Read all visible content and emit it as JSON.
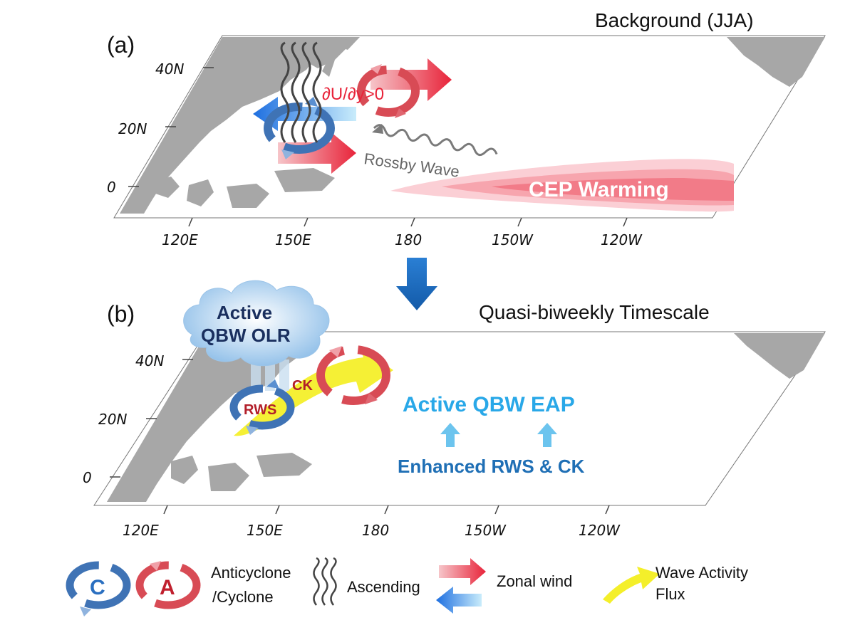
{
  "panel_a": {
    "label": "(a)",
    "title": "Background (JJA)",
    "lat_ticks": [
      "40N",
      "20N",
      "0"
    ],
    "lon_ticks": [
      "120E",
      "150E",
      "180",
      "150W",
      "120W"
    ],
    "shear_label": "∂U/∂y>0",
    "rossby_label": "Rossby Wave",
    "warming_label": "CEP Warming"
  },
  "panel_b": {
    "label": "(b)",
    "title": "Quasi-biweekly Timescale",
    "lat_ticks": [
      "40N",
      "20N",
      "0"
    ],
    "lon_ticks": [
      "120E",
      "150E",
      "180",
      "150W",
      "120W"
    ],
    "cloud_label_1": "Active",
    "cloud_label_2": "QBW OLR",
    "rws_label": "RWS",
    "ck_label": "CK",
    "eap_label": "Active QBW EAP",
    "enhanced_label": "Enhanced RWS & CK"
  },
  "legend": {
    "cyclone_letter": "C",
    "anticyclone_letter": "A",
    "circulation_label_1": "Anticyclone",
    "circulation_label_2": "/Cyclone",
    "ascending_label": "Ascending",
    "zonal_label": "Zonal wind",
    "waf_label_1": "Wave Activity",
    "waf_label_2": "Flux"
  },
  "colors": {
    "land": "#a6a6a6",
    "cyclone_blue": "#3f73b5",
    "anticyclone_red": "#d84b55",
    "wind_red": "#e8343f",
    "wind_blue": "#2f86e8",
    "eap_text": "#29a8e8",
    "enhanced_text": "#1f6fb5",
    "arrow_down": "#1a6fc4",
    "warming": "#f05a6a",
    "waf_yellow": "#f4ef2a"
  }
}
